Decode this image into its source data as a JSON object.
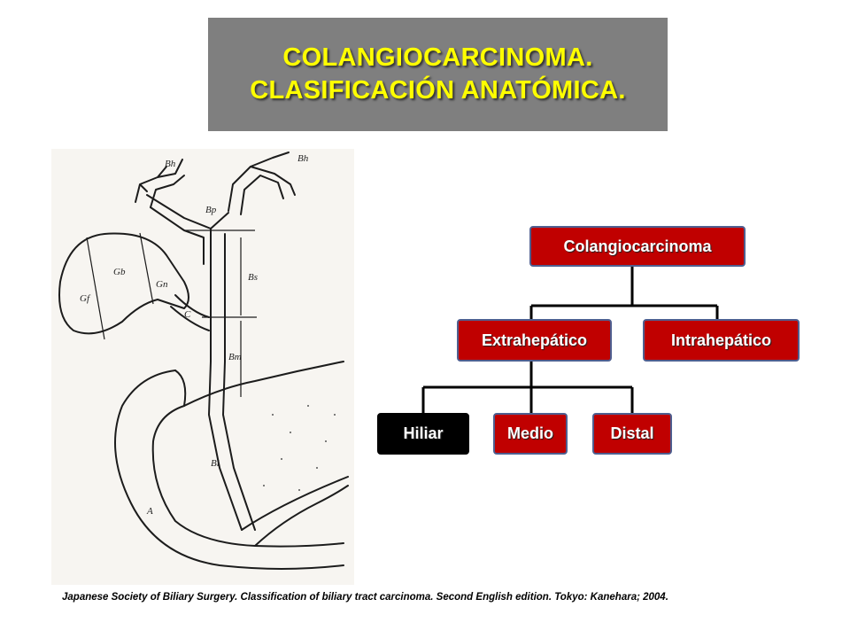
{
  "title": {
    "line1": "COLANGIOCARCINOMA.",
    "line2": "CLASIFICACIÓN ANATÓMICA."
  },
  "tree": {
    "root": "Colangiocarcinoma",
    "level1": [
      "Extrahepático",
      "Intrahepático"
    ],
    "level2": [
      "Hiliar",
      "Medio",
      "Distal"
    ]
  },
  "anatomy_labels": {
    "bh_left": "Bh",
    "bh_right": "Bh",
    "bp": "Bp",
    "bs": "Bs",
    "bm": "Bm",
    "bi": "Bi",
    "gb": "Gb",
    "gf": "Gf",
    "gn": "Gn",
    "c": "C",
    "a": "A"
  },
  "citation": "Japanese Society of Biliary Surgery. Classification of biliary tract carcinoma. Second English edition. Tokyo: Kanehara; 2004.",
  "colors": {
    "title_bg": "#7f7f7f",
    "title_text": "#ffff00",
    "node_red": "#c00000",
    "node_border": "#4f5f90",
    "node_highlight": "#000000"
  }
}
